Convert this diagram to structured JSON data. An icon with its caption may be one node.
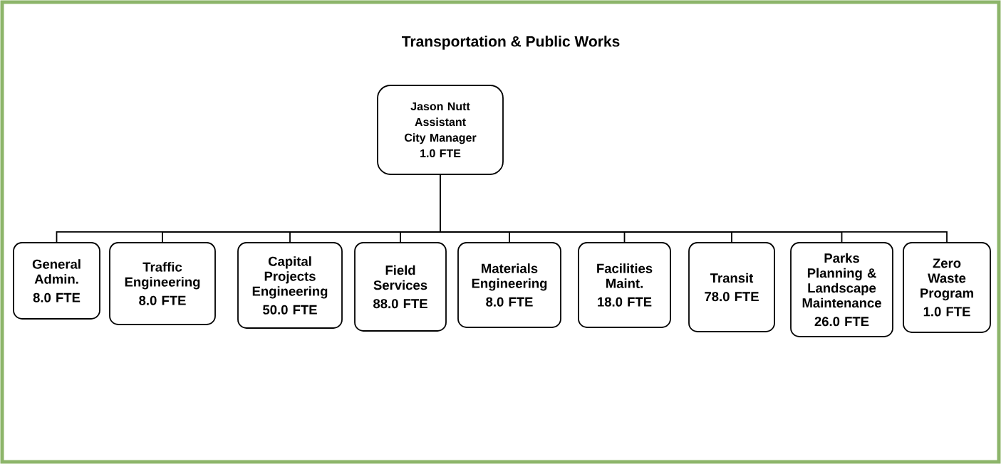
{
  "diagram": {
    "title": "Transportation & Public Works",
    "nodes": [
      {
        "text": [
          "Jason Nutt",
          "Assistant City Manager",
          "1.0 FTE"
        ]
      },
      {
        "text": [
          "General Admin.",
          "8.0 FTE"
        ]
      },
      {
        "text": [
          "Traffic Engineering",
          "8.0 FTE"
        ]
      },
      {
        "text": [
          "Capital Projects Engineering",
          "50.0 FTE"
        ]
      },
      {
        "text": [
          "Field Services",
          "88.0 FTE"
        ]
      },
      {
        "text": [
          "Materials Engineering",
          "8.0 FTE"
        ]
      },
      {
        "text": [
          "Facilities Maint.",
          "18.0 FTE"
        ]
      },
      {
        "text": [
          "Transit",
          "78.0 FTE"
        ]
      },
      {
        "text": [
          "Parks Planning & Landscape Maintenance",
          "26.0 FTE"
        ]
      },
      {
        "text": [
          "Zero Waste Program",
          "1.0 FTE"
        ]
      }
    ],
    "edges": [
      {
        "from": 0,
        "to": 1,
        "arrow": "none"
      },
      {
        "from": 0,
        "to": 2,
        "arrow": "none"
      },
      {
        "from": 0,
        "to": 3,
        "arrow": "none"
      },
      {
        "from": 0,
        "to": 4,
        "arrow": "none"
      },
      {
        "from": 0,
        "to": 5,
        "arrow": "none"
      },
      {
        "from": 0,
        "to": 6,
        "arrow": "none"
      },
      {
        "from": 0,
        "to": 7,
        "arrow": "none"
      },
      {
        "from": 0,
        "to": 8,
        "arrow": "none"
      },
      {
        "from": 0,
        "to": 9,
        "arrow": "none"
      }
    ]
  }
}
